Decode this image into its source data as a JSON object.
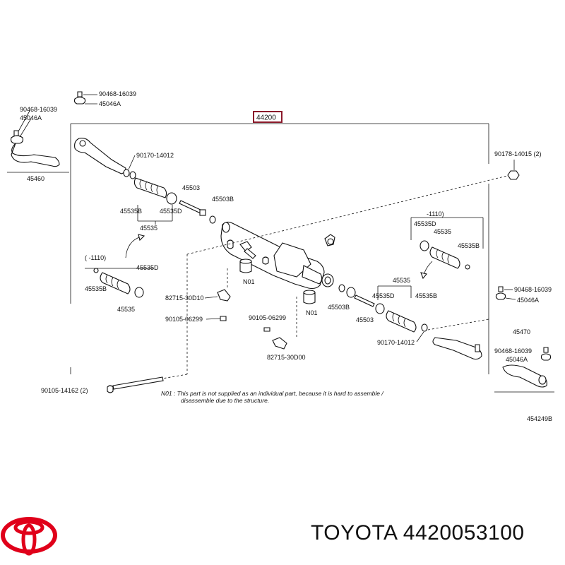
{
  "diagram": {
    "assembly_number": "44200",
    "ref_code": "454249B",
    "note_line1": "N01 : This part is not supplied as an individual part, because it is hard to assemble /",
    "note_line2": "disassemble due to the structure.",
    "labels": {
      "p90468_left_top": "90468-16039",
      "p45046a_left_top": "45046A",
      "p90468_left": "90468-16039",
      "p45046a_left": "45046A",
      "p45460": "45460",
      "p90170_top": "90170-14012",
      "p45503": "45503",
      "p45503b_top": "45503B",
      "p45535b_top": "45535B",
      "p45535d_top": "45535D",
      "p45535_top": "45535",
      "inset_left_header": "(     -1110)",
      "p45535d_inset_left": "45535D",
      "p45535b_inset_left": "45535B",
      "p45535_inset_left": "45535",
      "p82715_30d10": "82715-30D10",
      "p90105_left": "90105-06299",
      "n01_left": "N01",
      "n01_right": "N01",
      "p90105_right": "90105-06299",
      "p82715_30d00": "82715-30D00",
      "p90105_14162": "90105-14162 (2)",
      "p90178": "90178-14015 (2)",
      "inset_right_header": "-1110)",
      "p45535d_inset_right": "45535D",
      "p45535_inset_right": "45535",
      "p45535b_inset_right": "45535B",
      "p45535_bottom": "45535",
      "p45535d_bottom": "45535D",
      "p45535b_bottom": "45535B",
      "p45503b_bottom": "45503B",
      "p45503_bottom": "45503",
      "p90170_bottom": "90170-14012",
      "p90468_right": "90468-16039",
      "p45046a_right": "45046A",
      "p45470": "45470",
      "p90468_right_low": "90468-16039",
      "p45046a_right_low": "45046A"
    }
  },
  "footer": {
    "brand": "TOYOTA",
    "part_number": "4420053100",
    "logo_color": "#e0001a"
  }
}
